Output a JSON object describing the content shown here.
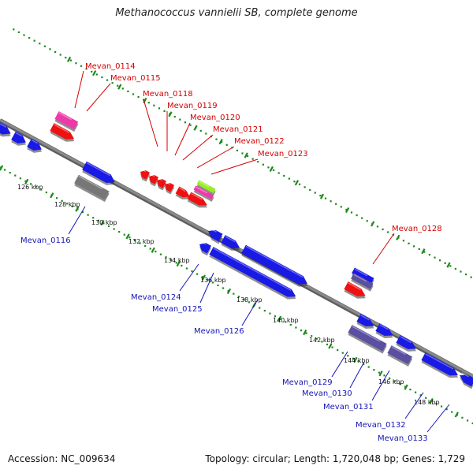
{
  "title": "Methanococcus vannielii SB, complete genome",
  "footer": {
    "accession": "Accession: NC_009634",
    "topology": "Topology: circular; Length: 1,720,048 bp; Genes: 1,729"
  },
  "colors": {
    "backbone": "#8a8a8a",
    "blue_gene": "#1a1ae6",
    "red_gene": "#ee1111",
    "pink_gene": "#ee3aa8",
    "lime_gene": "#99ee22",
    "gray_gene": "#777777",
    "purple_gene": "#5a4fa0",
    "tick_green": "#1a8a1a",
    "label_red": "#d40000",
    "label_blue": "#1414b8"
  },
  "scale": {
    "labels": [
      "126 kbp",
      "128 kbp",
      "130 kbp",
      "132 kbp",
      "134 kbp",
      "136 kbp",
      "138 kbp",
      "140 kbp",
      "142 kbp",
      "144 kbp",
      "146 kbp",
      "148 kbp"
    ]
  },
  "top_labels": [
    "Mevan_0114",
    "Mevan_0115",
    "Mevan_0118",
    "Mevan_0119",
    "Mevan_0120",
    "Mevan_0121",
    "Mevan_0122",
    "Mevan_0123",
    "Mevan_0128"
  ],
  "bottom_labels": [
    "Mevan_0116",
    "Mevan_0124",
    "Mevan_0125",
    "Mevan_0126",
    "Mevan_0129",
    "Mevan_0130",
    "Mevan_0131",
    "Mevan_0132",
    "Mevan_0133"
  ]
}
